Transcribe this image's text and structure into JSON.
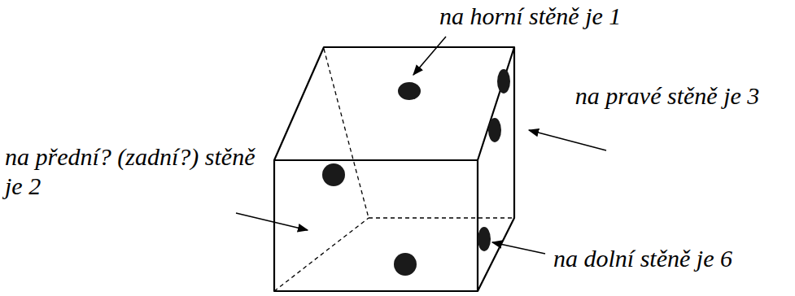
{
  "diagram": {
    "labels": [
      "na horní stěně je 1",
      "na pravé stěně je 3",
      "na přední? (zadní?) stěně je 2",
      "na dolní stěně je 6"
    ]
  }
}
